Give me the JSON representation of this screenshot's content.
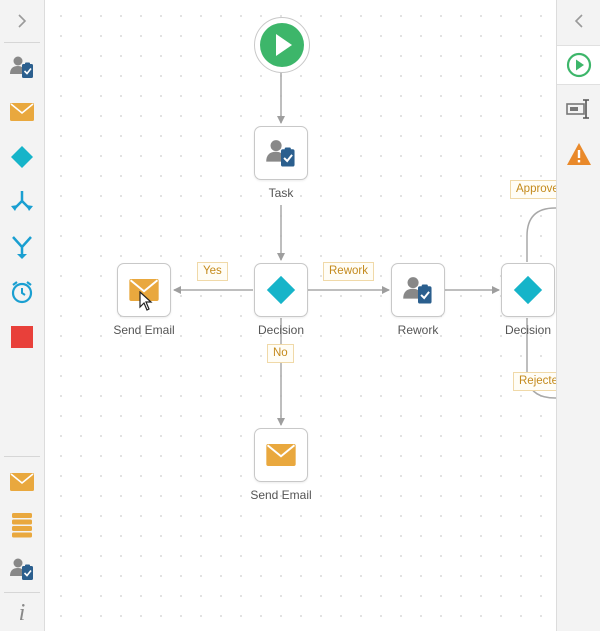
{
  "colors": {
    "accent_green": "#3db66a",
    "diamond_teal": "#16b4c9",
    "mail_orange": "#e9a83e",
    "stop_red": "#e8403a",
    "warning_orange": "#e9892a",
    "edge_label": "#c48a1c"
  },
  "left_toolbar": {
    "tools": [
      {
        "icon": "user-task-icon"
      },
      {
        "icon": "mail-icon"
      },
      {
        "icon": "decision-diamond-icon"
      },
      {
        "icon": "split-icon"
      },
      {
        "icon": "merge-icon"
      },
      {
        "icon": "timer-icon"
      },
      {
        "icon": "stop-icon"
      }
    ],
    "bottom_tools": [
      {
        "icon": "mail-icon"
      },
      {
        "icon": "stack-icon"
      },
      {
        "icon": "user-task-icon"
      },
      {
        "icon": "info-icon",
        "glyph": "i"
      }
    ]
  },
  "right_toolbar": {
    "tools": [
      {
        "icon": "play-circle-icon"
      },
      {
        "icon": "text-field-icon"
      },
      {
        "icon": "warning-icon"
      }
    ]
  },
  "workflow": {
    "nodes": {
      "task": {
        "label": "Task"
      },
      "decision1": {
        "label": "Decision"
      },
      "send_email_left": {
        "label": "Send Email"
      },
      "rework": {
        "label": "Rework"
      },
      "decision2": {
        "label": "Decision"
      },
      "send_email_bottom": {
        "label": "Send Email"
      }
    },
    "edge_labels": {
      "yes": "Yes",
      "no": "No",
      "rework": "Rework",
      "approved": "Approve",
      "rejected": "Rejecte"
    }
  }
}
